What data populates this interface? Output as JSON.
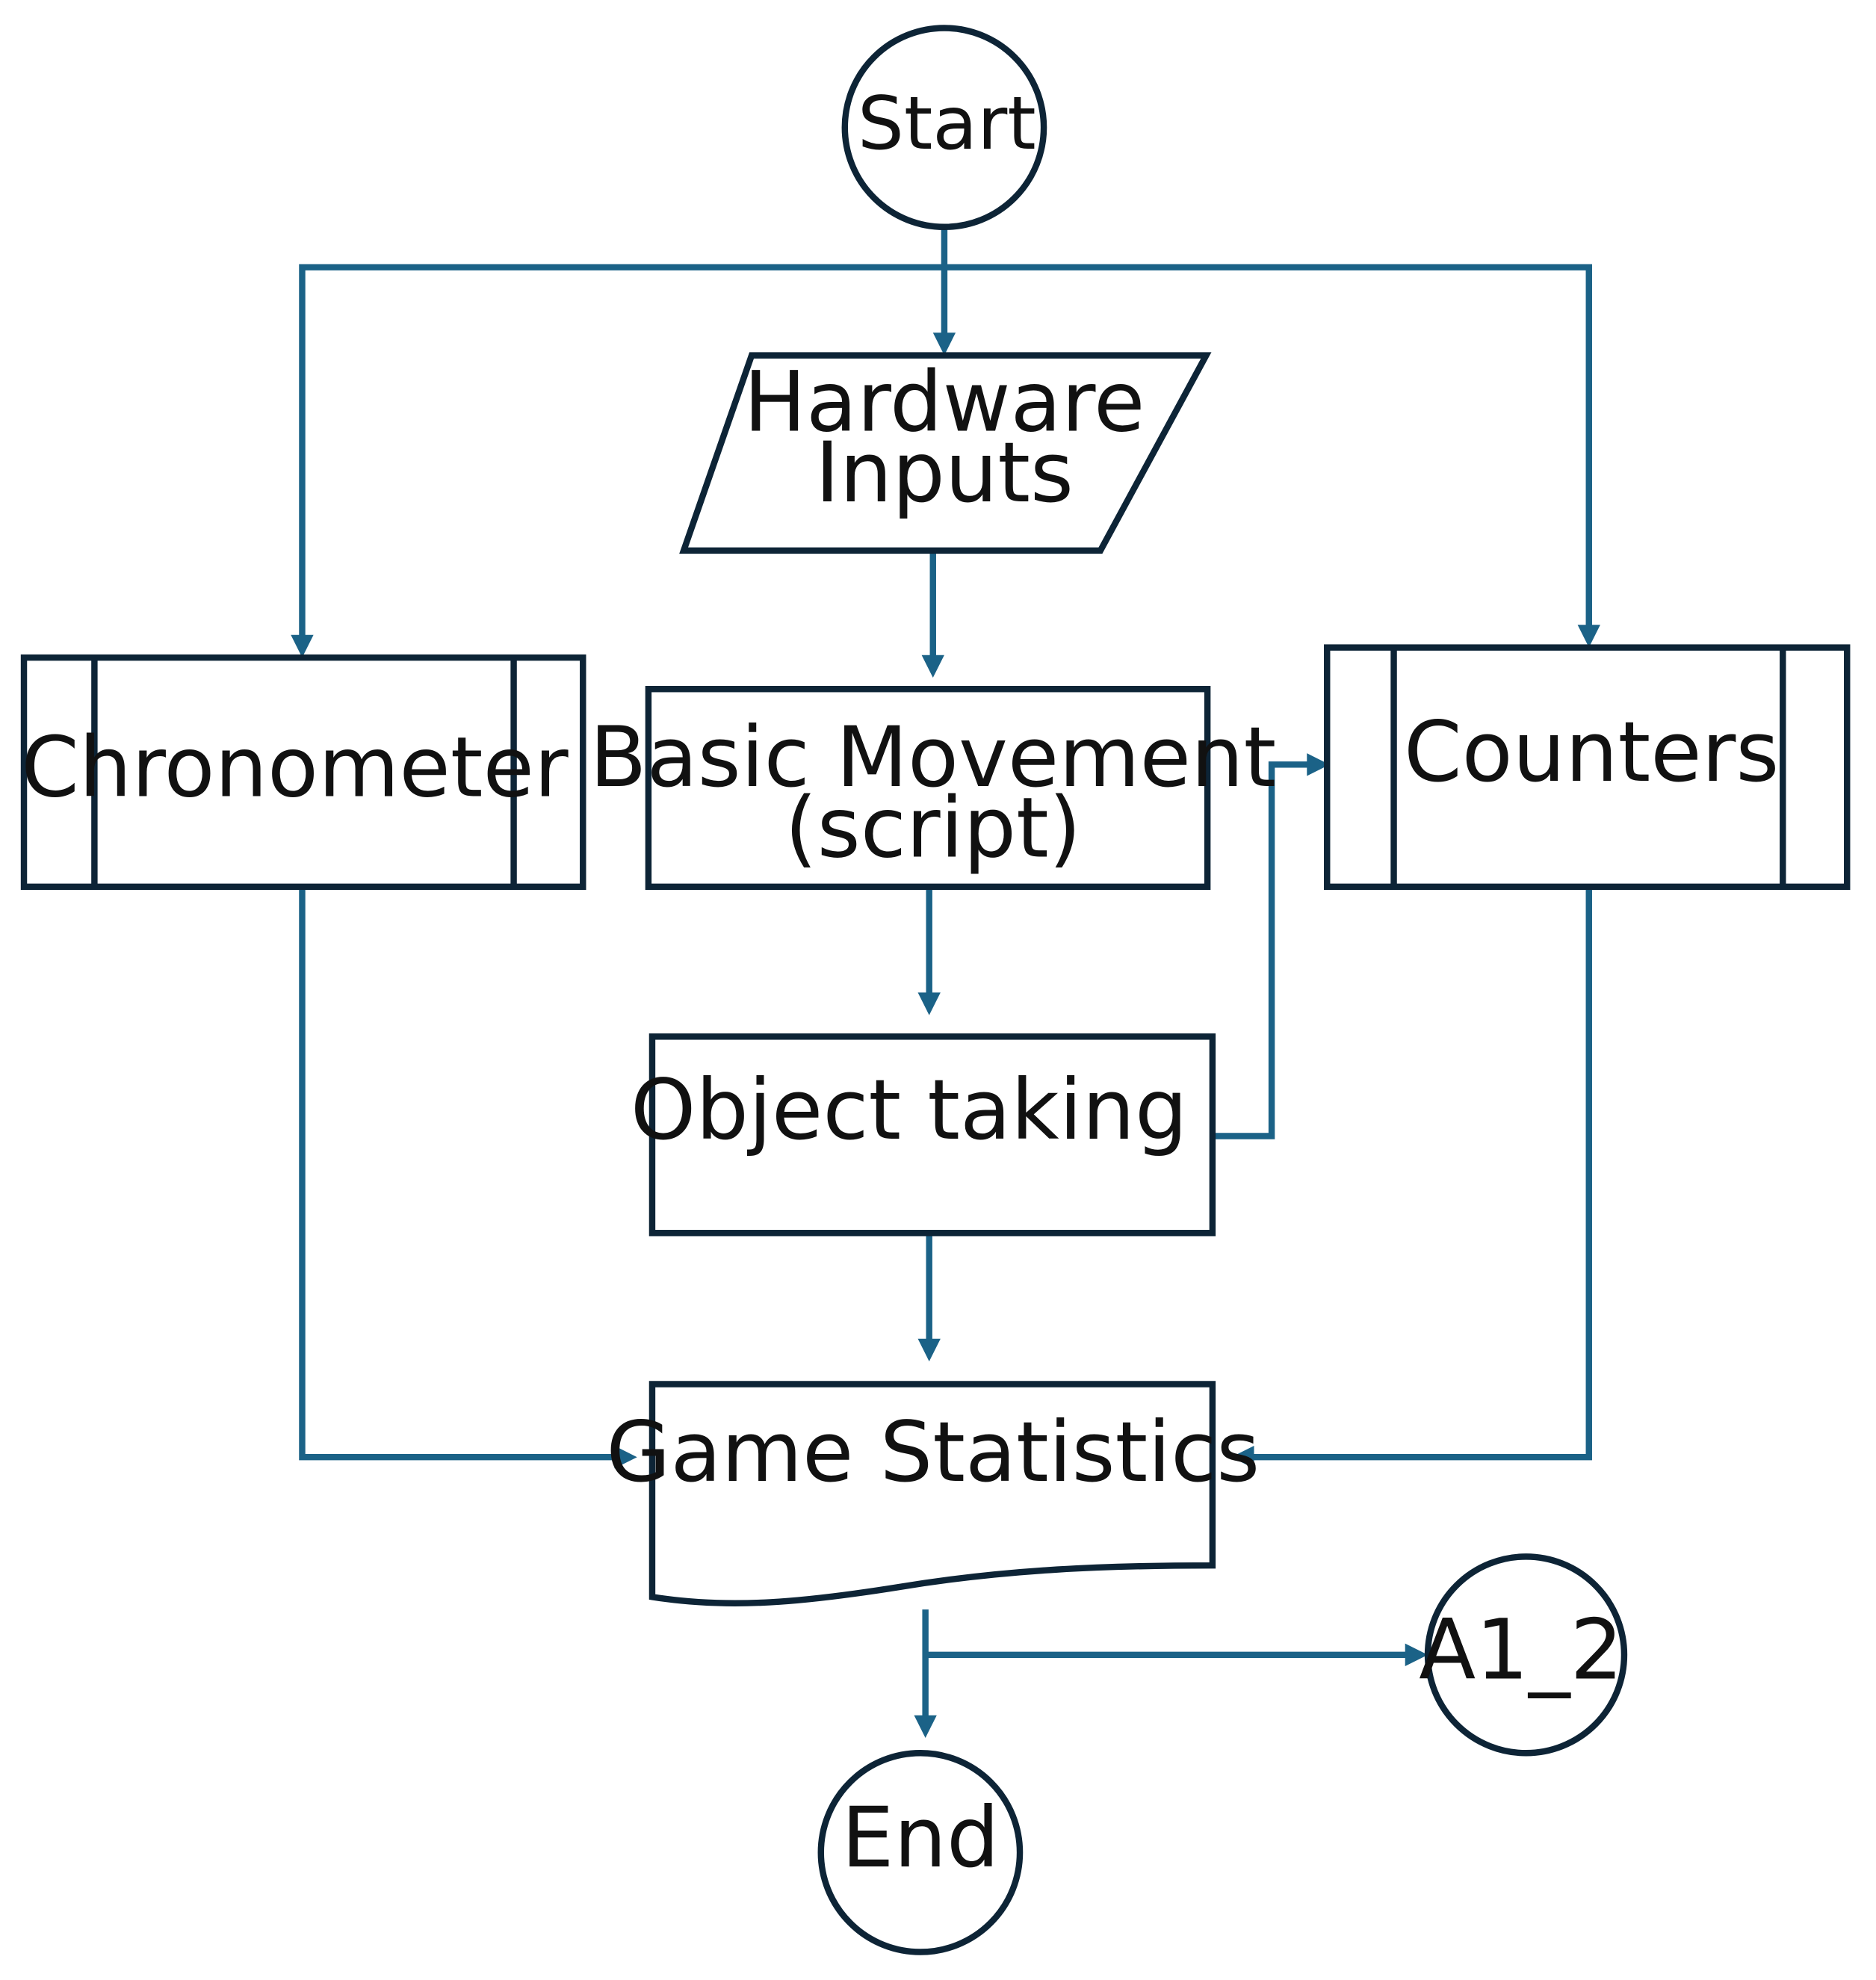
{
  "nodes": {
    "start": {
      "label": "Start",
      "shape": "terminator-circle"
    },
    "hardware_inputs": {
      "line1": "Hardware",
      "line2": "Inputs",
      "shape": "parallelogram-input"
    },
    "chronometer": {
      "label": "Chronometer",
      "shape": "predefined-process"
    },
    "basic_movement": {
      "line1": "Basic Movement",
      "line2": "(script)",
      "shape": "process"
    },
    "counters": {
      "label": "Counters",
      "shape": "predefined-process"
    },
    "object_taking": {
      "label": "Object taking",
      "shape": "process"
    },
    "game_statistics": {
      "label": "Game Statistics",
      "shape": "document"
    },
    "a1_2": {
      "label": "A1_2",
      "shape": "off-page-connector-circle"
    },
    "end": {
      "label": "End",
      "shape": "terminator-circle"
    }
  },
  "edges": [
    {
      "from": "start",
      "to": "hardware_inputs"
    },
    {
      "from": "start",
      "to": "chronometer"
    },
    {
      "from": "start",
      "to": "counters"
    },
    {
      "from": "hardware_inputs",
      "to": "basic_movement"
    },
    {
      "from": "basic_movement",
      "to": "object_taking"
    },
    {
      "from": "object_taking",
      "to": "counters"
    },
    {
      "from": "object_taking",
      "to": "game_statistics"
    },
    {
      "from": "chronometer",
      "to": "game_statistics"
    },
    {
      "from": "counters",
      "to": "game_statistics"
    },
    {
      "from": "game_statistics",
      "to": "end"
    },
    {
      "from": "game_statistics",
      "to": "a1_2"
    }
  ],
  "colors": {
    "node_outline": "#0d2436",
    "connector": "#1b6287",
    "background": "#ffffff",
    "text": "#111111"
  }
}
